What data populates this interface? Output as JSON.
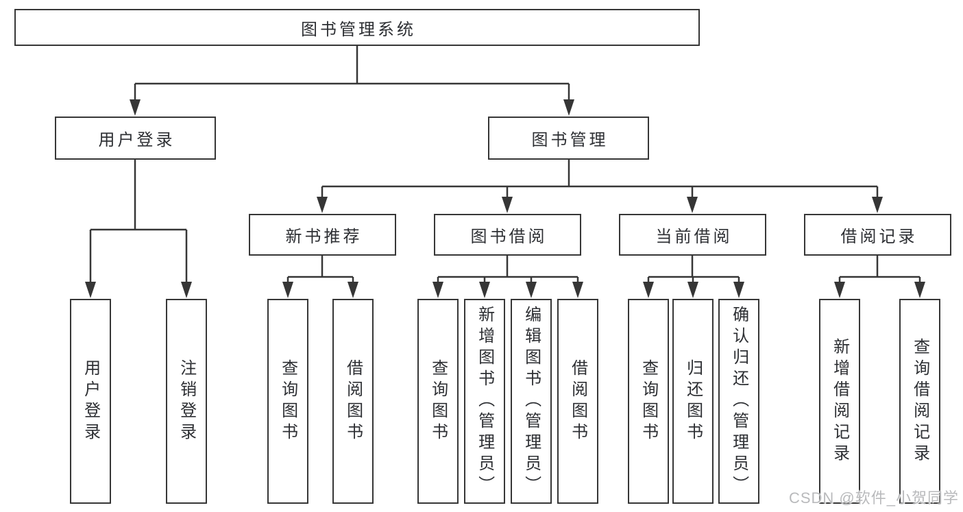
{
  "diagram": {
    "root": {
      "label": "图书管理系统"
    },
    "user_login": {
      "label": "用户登录",
      "children": [
        {
          "label": "用户登录"
        },
        {
          "label": "注销登录"
        }
      ]
    },
    "book_management": {
      "label": "图书管理",
      "sections": [
        {
          "label": "新书推荐",
          "children": [
            {
              "label": "查询图书"
            },
            {
              "label": "借阅图书"
            }
          ]
        },
        {
          "label": "图书借阅",
          "children": [
            {
              "label": "查询图书"
            },
            {
              "label": "新增图书（管理员）"
            },
            {
              "label": "编辑图书（管理员）"
            },
            {
              "label": "借阅图书"
            }
          ]
        },
        {
          "label": "当前借阅",
          "children": [
            {
              "label": "查询图书"
            },
            {
              "label": "归还图书"
            },
            {
              "label": "确认归还（管理员）"
            }
          ]
        },
        {
          "label": "借阅记录",
          "children": [
            {
              "label": "新增借阅记录"
            },
            {
              "label": "查询借阅记录"
            }
          ]
        }
      ]
    }
  },
  "watermark": {
    "text": "CSDN @软件_小贺同学"
  },
  "colors": {
    "line": "#363636",
    "text": "#2d2f33",
    "background": "#ffffff",
    "watermark": "#b9babc"
  }
}
